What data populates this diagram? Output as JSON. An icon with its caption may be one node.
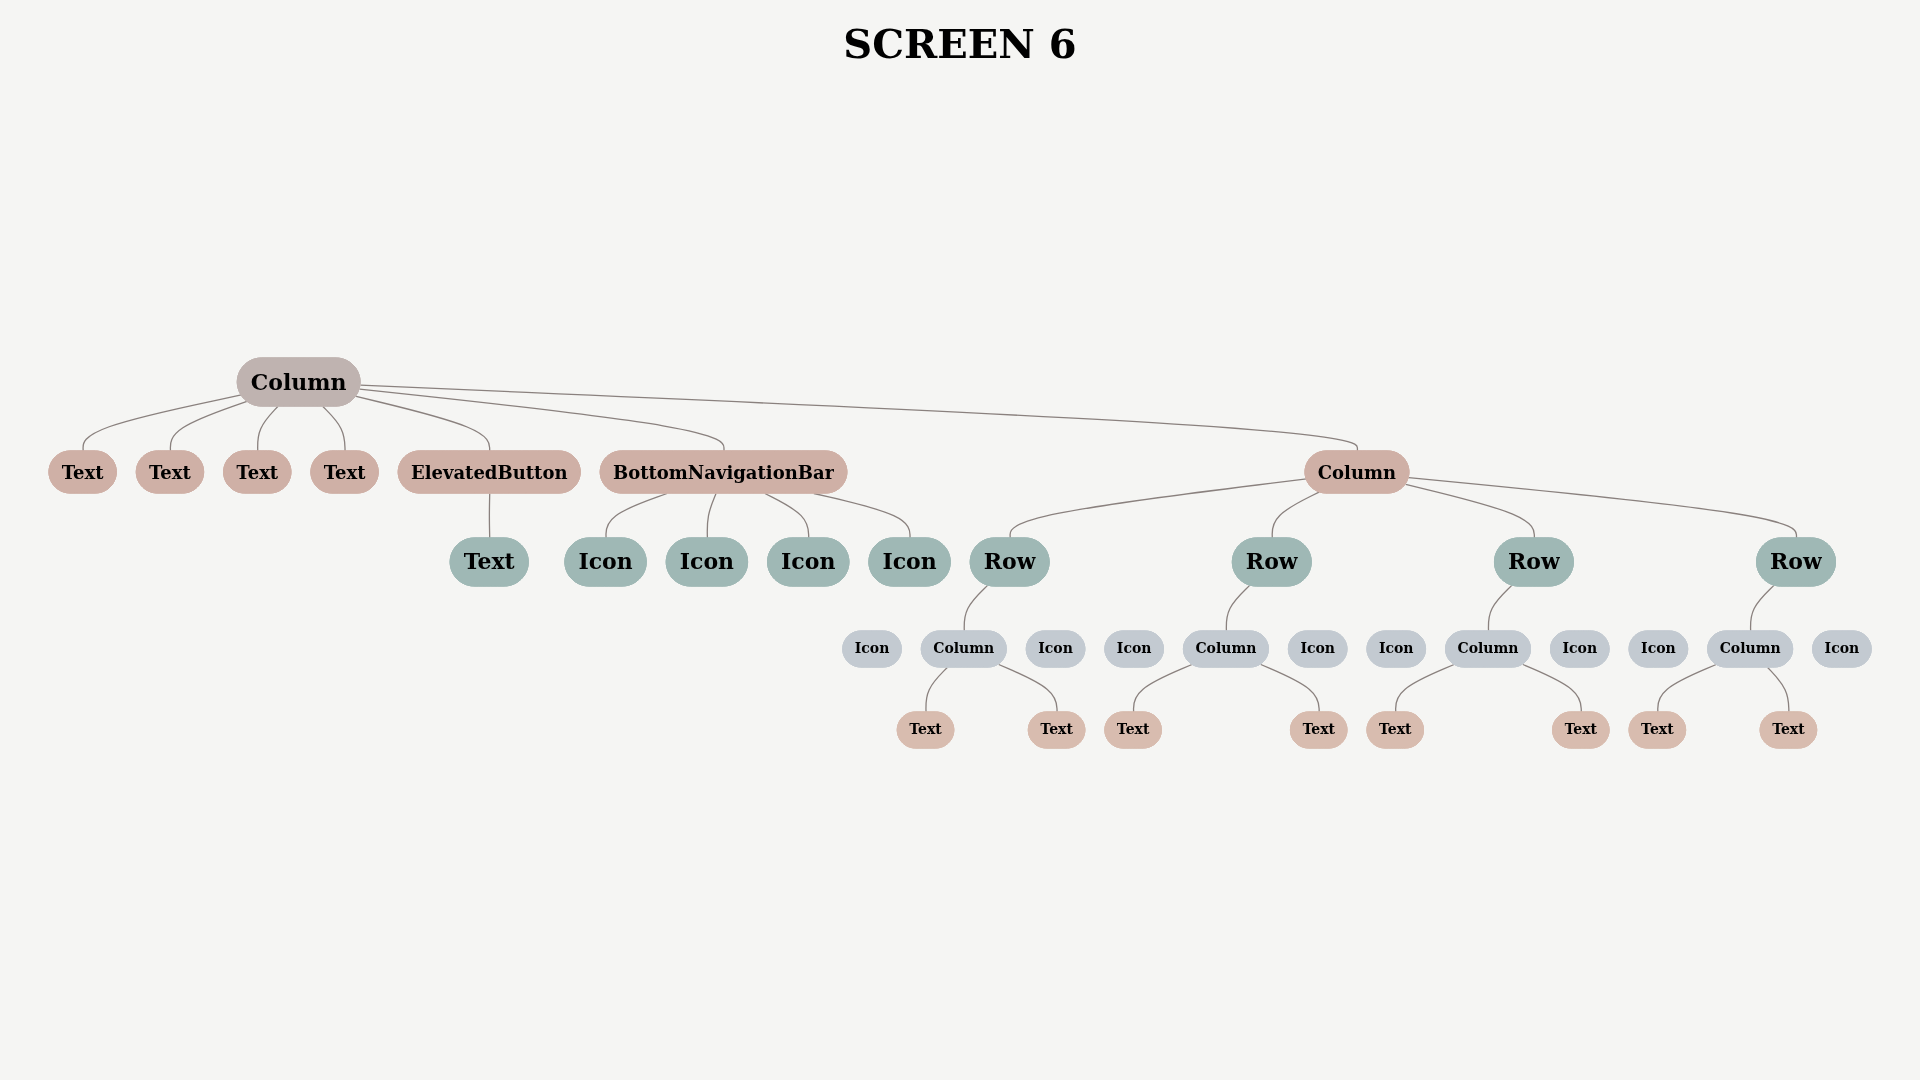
{
  "diagram": {
    "title": "SCREEN 6",
    "nodes": [
      {
        "text": [
          "Column"
        ]
      },
      {
        "text": [
          "Text"
        ]
      },
      {
        "text": [
          "Text"
        ]
      },
      {
        "text": [
          "Text"
        ]
      },
      {
        "text": [
          "Text"
        ]
      },
      {
        "text": [
          "Column"
        ]
      },
      {
        "text": [
          "ElevatedButton"
        ]
      },
      {
        "text": [
          "BottomNavigationBar"
        ]
      },
      {
        "text": [
          "Text"
        ]
      },
      {
        "text": [
          "Icon"
        ]
      },
      {
        "text": [
          "Icon"
        ]
      },
      {
        "text": [
          "Icon"
        ]
      },
      {
        "text": [
          "Icon"
        ]
      },
      {
        "text": [
          "Row"
        ]
      },
      {
        "text": [
          "Icon"
        ]
      },
      {
        "text": [
          "Column"
        ]
      },
      {
        "text": [
          "Icon"
        ]
      },
      {
        "text": [
          "Text"
        ]
      },
      {
        "text": [
          "Text"
        ]
      },
      {
        "text": [
          "Row"
        ]
      },
      {
        "text": [
          "Icon"
        ]
      },
      {
        "text": [
          "Column"
        ]
      },
      {
        "text": [
          "Icon"
        ]
      },
      {
        "text": [
          "Text"
        ]
      },
      {
        "text": [
          "Text"
        ]
      },
      {
        "text": [
          "Row"
        ]
      },
      {
        "text": [
          "Icon"
        ]
      },
      {
        "text": [
          "Column"
        ]
      },
      {
        "text": [
          "Icon"
        ]
      },
      {
        "text": [
          "Text"
        ]
      },
      {
        "text": [
          "Text"
        ]
      },
      {
        "text": [
          "Row"
        ]
      },
      {
        "text": [
          "Icon"
        ]
      },
      {
        "text": [
          "Column"
        ]
      },
      {
        "text": [
          "Icon"
        ]
      },
      {
        "text": [
          "Text"
        ]
      },
      {
        "text": [
          "Text"
        ]
      }
    ],
    "edges": [
      {
        "from": 0,
        "to": 1,
        "arrow": "none"
      },
      {
        "from": 0,
        "to": 2,
        "arrow": "none"
      },
      {
        "from": 0,
        "to": 3,
        "arrow": "none"
      },
      {
        "from": 0,
        "to": 4,
        "arrow": "none"
      },
      {
        "from": 0,
        "to": 5,
        "arrow": "none"
      },
      {
        "from": 0,
        "to": 6,
        "arrow": "none"
      },
      {
        "from": 0,
        "to": 7,
        "arrow": "none"
      },
      {
        "from": 6,
        "to": 8,
        "arrow": "none"
      },
      {
        "from": 7,
        "to": 9,
        "arrow": "none"
      },
      {
        "from": 7,
        "to": 10,
        "arrow": "none"
      },
      {
        "from": 7,
        "to": 11,
        "arrow": "none"
      },
      {
        "from": 7,
        "to": 12,
        "arrow": "none"
      },
      {
        "from": 5,
        "to": 13,
        "arrow": "none"
      },
      {
        "from": 5,
        "to": 19,
        "arrow": "none"
      },
      {
        "from": 5,
        "to": 25,
        "arrow": "none"
      },
      {
        "from": 5,
        "to": 31,
        "arrow": "none"
      },
      {
        "from": 13,
        "to": 15,
        "arrow": "none"
      },
      {
        "from": 15,
        "to": 17,
        "arrow": "none"
      },
      {
        "from": 15,
        "to": 18,
        "arrow": "none"
      },
      {
        "from": 19,
        "to": 21,
        "arrow": "none"
      },
      {
        "from": 21,
        "to": 23,
        "arrow": "none"
      },
      {
        "from": 21,
        "to": 24,
        "arrow": "none"
      },
      {
        "from": 25,
        "to": 27,
        "arrow": "none"
      },
      {
        "from": 27,
        "to": 29,
        "arrow": "none"
      },
      {
        "from": 27,
        "to": 30,
        "arrow": "none"
      },
      {
        "from": 31,
        "to": 33,
        "arrow": "none"
      },
      {
        "from": 33,
        "to": 35,
        "arrow": "none"
      },
      {
        "from": 33,
        "to": 36,
        "arrow": "none"
      }
    ]
  }
}
